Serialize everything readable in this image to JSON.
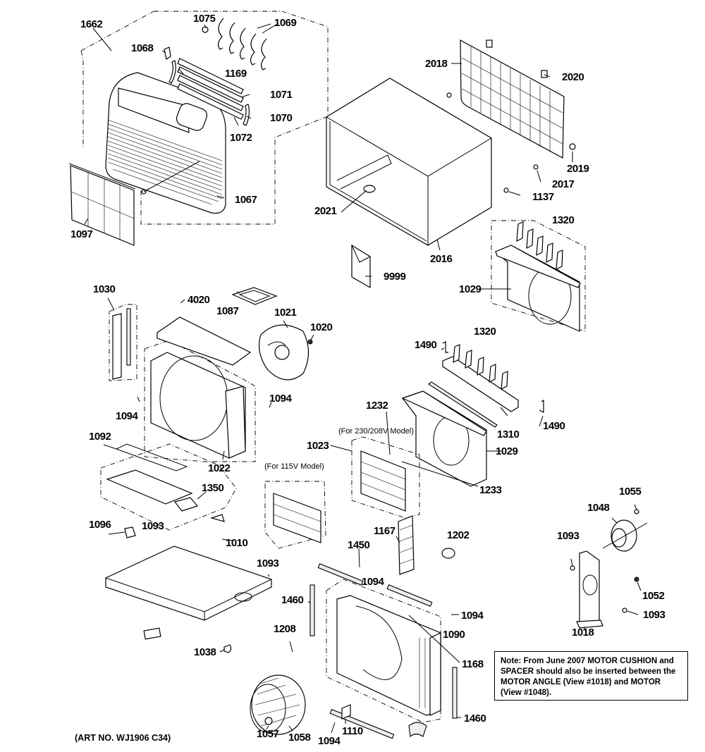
{
  "diagram": {
    "title": "Room Air Conditioner Exploded Parts Diagram",
    "art_number": "(ART NO. WJ1906 C34)",
    "note": "Note: From June 2007 MOTOR CUSHION and SPACER should also be inserted between the MOTOR ANGLE (View #1018) and MOTOR (View #1048).",
    "model_labels": {
      "model_230": "(For 230/208V Model)",
      "model_115": "(For 115V Model)"
    },
    "part_labels": [
      {
        "id": "1662",
        "text": "1662"
      },
      {
        "id": "1075",
        "text": "1075"
      },
      {
        "id": "1069",
        "text": "1069"
      },
      {
        "id": "1068",
        "text": "1068"
      },
      {
        "id": "1169",
        "text": "1169"
      },
      {
        "id": "1071",
        "text": "1071"
      },
      {
        "id": "1070",
        "text": "1070"
      },
      {
        "id": "1072",
        "text": "1072"
      },
      {
        "id": "1067",
        "text": "1067"
      },
      {
        "id": "1097",
        "text": "1097"
      },
      {
        "id": "2018",
        "text": "2018"
      },
      {
        "id": "2020",
        "text": "2020"
      },
      {
        "id": "2019",
        "text": "2019"
      },
      {
        "id": "2017",
        "text": "2017"
      },
      {
        "id": "1137",
        "text": "1137"
      },
      {
        "id": "2021",
        "text": "2021"
      },
      {
        "id": "2016",
        "text": "2016"
      },
      {
        "id": "1320a",
        "text": "1320"
      },
      {
        "id": "1029a",
        "text": "1029"
      },
      {
        "id": "9999",
        "text": "9999"
      },
      {
        "id": "1030",
        "text": "1030"
      },
      {
        "id": "4020",
        "text": "4020"
      },
      {
        "id": "1087",
        "text": "1087"
      },
      {
        "id": "1021",
        "text": "1021"
      },
      {
        "id": "1020",
        "text": "1020"
      },
      {
        "id": "1094a",
        "text": "1094"
      },
      {
        "id": "1094b",
        "text": "1094"
      },
      {
        "id": "1022",
        "text": "1022"
      },
      {
        "id": "1092",
        "text": "1092"
      },
      {
        "id": "1350",
        "text": "1350"
      },
      {
        "id": "1096",
        "text": "1096"
      },
      {
        "id": "1093a",
        "text": "1093"
      },
      {
        "id": "1010",
        "text": "1010"
      },
      {
        "id": "1093b",
        "text": "1093"
      },
      {
        "id": "1038",
        "text": "1038"
      },
      {
        "id": "1490a",
        "text": "1490"
      },
      {
        "id": "1320b",
        "text": "1320"
      },
      {
        "id": "1232",
        "text": "1232"
      },
      {
        "id": "1310",
        "text": "1310"
      },
      {
        "id": "1490b",
        "text": "1490"
      },
      {
        "id": "1023",
        "text": "1023"
      },
      {
        "id": "1029b",
        "text": "1029"
      },
      {
        "id": "1233",
        "text": "1233"
      },
      {
        "id": "1167",
        "text": "1167"
      },
      {
        "id": "1202",
        "text": "1202"
      },
      {
        "id": "1450",
        "text": "1450"
      },
      {
        "id": "1094c",
        "text": "1094"
      },
      {
        "id": "1460a",
        "text": "1460"
      },
      {
        "id": "1094d",
        "text": "1094"
      },
      {
        "id": "1090",
        "text": "1090"
      },
      {
        "id": "1208",
        "text": "1208"
      },
      {
        "id": "1168",
        "text": "1168"
      },
      {
        "id": "1460b",
        "text": "1460"
      },
      {
        "id": "1057",
        "text": "1057"
      },
      {
        "id": "1058",
        "text": "1058"
      },
      {
        "id": "1094e",
        "text": "1094"
      },
      {
        "id": "1110",
        "text": "1110"
      },
      {
        "id": "1055",
        "text": "1055"
      },
      {
        "id": "1048",
        "text": "1048"
      },
      {
        "id": "1093c",
        "text": "1093"
      },
      {
        "id": "1052",
        "text": "1052"
      },
      {
        "id": "1093d",
        "text": "1093"
      },
      {
        "id": "1018",
        "text": "1018"
      }
    ]
  }
}
